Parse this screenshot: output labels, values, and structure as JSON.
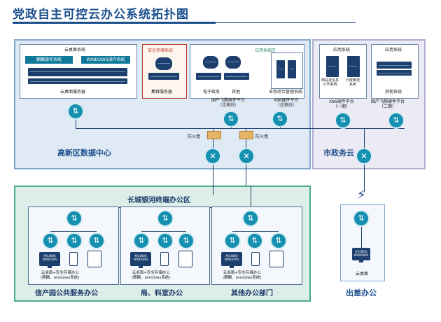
{
  "title": "党政自主可控云办公系统拓扑图",
  "zones": {
    "gaoxin": "高新区数据中心",
    "shizhengwu": "市政务云",
    "changcheng": "长城银河终端办公区"
  },
  "cloud_desktop": {
    "title": "云桌面系统",
    "os_left": "麒麟操作系统",
    "os_right": "WINDOWS操作系统",
    "server": "云桌面服务器"
  },
  "security_storage": {
    "title": "安全存储系统",
    "server": "集群服务器"
  },
  "app_systems_center": {
    "title": "应用系统区",
    "email": "电子政务",
    "other": "其他",
    "business": "业务综合管理系统"
  },
  "platforms": {
    "feiteng_migrated": "国产飞腾硬件平台\n（迁移后）",
    "x86_migrated": "X86硬件平台\n（迁移后）"
  },
  "city_cloud": {
    "app_title_left": "应用系统",
    "app_title_right": "应用系统",
    "net_left": "网站及信息\n公开系统",
    "net_right": "行政审批\n系统",
    "other": "其他系统",
    "x86_phase1": "X86硬件平台\n（一期）",
    "feiteng_phase2": "国产飞腾硬件平台\n（二期）"
  },
  "firewalls": {
    "left": "防火墙",
    "right": "防火墙"
  },
  "offices": [
    {
      "name": "信产园公共服务办公",
      "note": "云桌面+安全存储办公\n(麒麟、windows系统)"
    },
    {
      "name": "局、科室办公",
      "note": "云桌面+安全存储办公\n(麒麟、windows系统)"
    },
    {
      "name": "其他办公部门",
      "note": "云桌面+安全存储办公\n(麒麟、windows系统)"
    }
  ],
  "monitor_text": "KYLINOS\nWINDOWS",
  "travel": {
    "name": "出差办公",
    "device": "云桌面",
    "monitor": "KYLINOS\nWINDOWS"
  },
  "icons": {
    "switch": "switch-arrows-icon",
    "router": "router-cross-icon",
    "lightning": "lightning-icon",
    "firewall": "firewall-brick-icon"
  },
  "colors": {
    "brand": "#1b4f8c",
    "switch": "#1690b0",
    "zone_blue": "#dfeaf5",
    "zone_green": "#dceee7",
    "zone_purple": "#eceaf4",
    "accent_red": "#c0392b"
  }
}
